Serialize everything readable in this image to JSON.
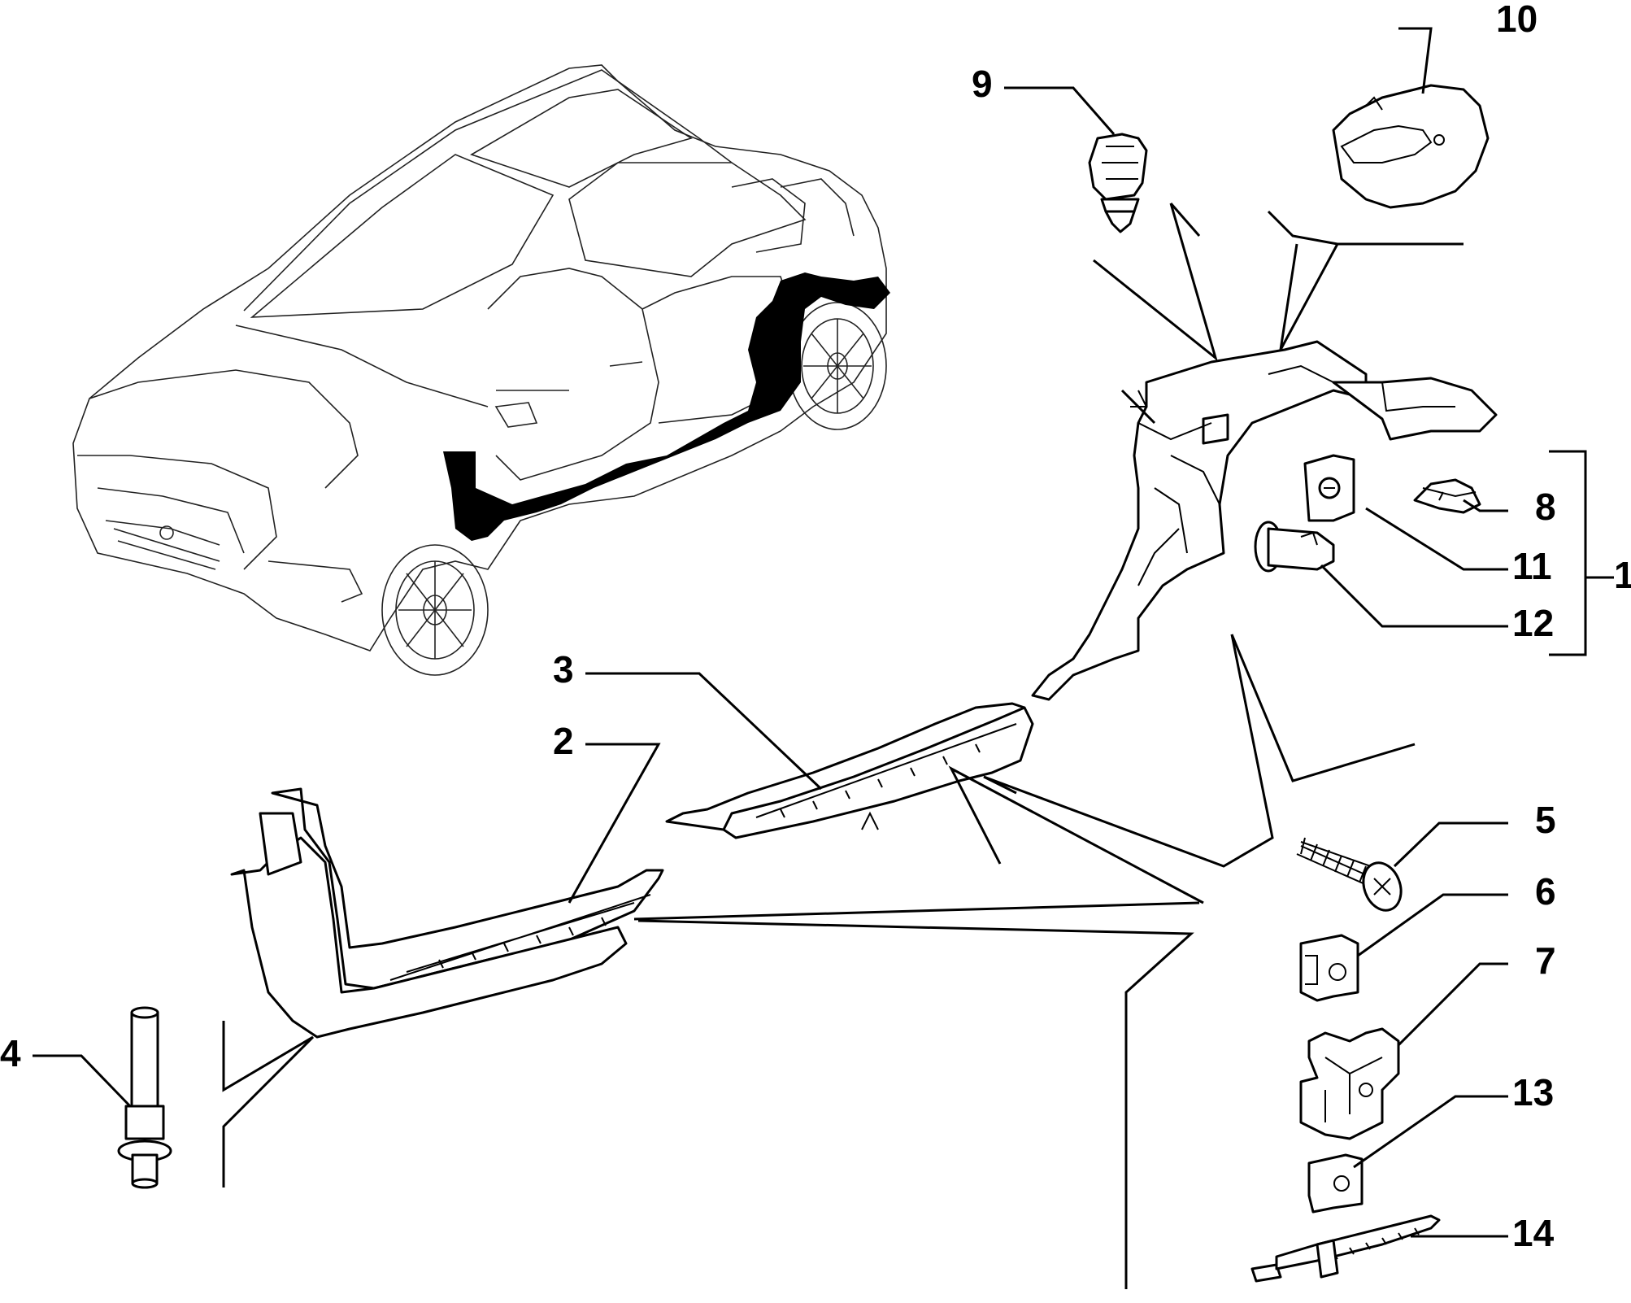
{
  "diagram": {
    "callouts": [
      {
        "key": "c1",
        "label": "1"
      },
      {
        "key": "c2",
        "label": "2"
      },
      {
        "key": "c3",
        "label": "3"
      },
      {
        "key": "c4",
        "label": "4"
      },
      {
        "key": "c5",
        "label": "5"
      },
      {
        "key": "c6",
        "label": "6"
      },
      {
        "key": "c7",
        "label": "7"
      },
      {
        "key": "c8",
        "label": "8"
      },
      {
        "key": "c9",
        "label": "9"
      },
      {
        "key": "c10",
        "label": "10"
      },
      {
        "key": "c11",
        "label": "11"
      },
      {
        "key": "c12",
        "label": "12"
      },
      {
        "key": "c13",
        "label": "13"
      },
      {
        "key": "c14",
        "label": "14"
      }
    ],
    "colors": {
      "ink": "#000000",
      "background": "#ffffff",
      "highlight": "#000000"
    }
  }
}
